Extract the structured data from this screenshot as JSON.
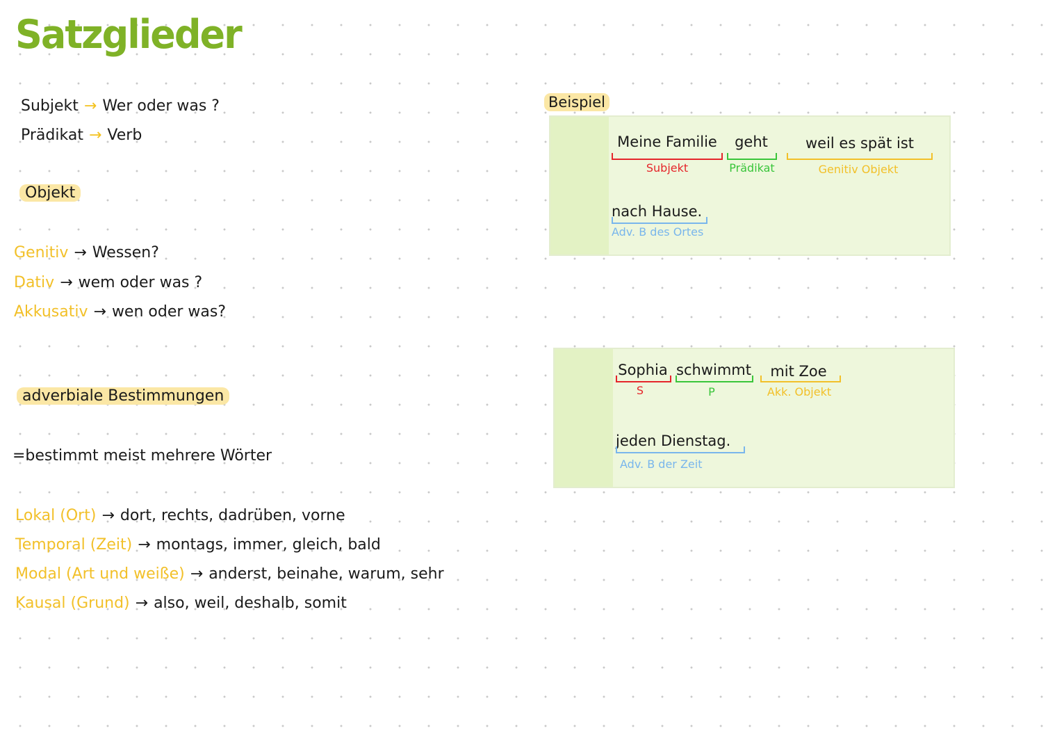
{
  "title": "Satzglieder",
  "basics": [
    {
      "term": "Subjekt",
      "answer": "Wer oder was ?"
    },
    {
      "term": "Prädikat",
      "answer": "Verb"
    }
  ],
  "objekt_heading": "Objekt",
  "objekt_rows": [
    {
      "case": "Genitiv",
      "question": "Wessen?"
    },
    {
      "case": "Dativ",
      "question": "wem oder was ?"
    },
    {
      "case": "Akkusativ",
      "question": "wen oder was?"
    }
  ],
  "adverbial_heading": "adverbiale Bestimmungen",
  "adverbial_definition": "=bestimmt meist mehrere Wörter",
  "adverbial_rows": [
    {
      "type": "Lokal (Ort)",
      "examples": "dort, rechts, dadrüben, vorne"
    },
    {
      "type": "Temporal (Zeit)",
      "examples": "montags, immer, gleich, bald"
    },
    {
      "type": "Modal (Art und weiße)",
      "examples": "anderst, beinahe, warum, sehr"
    },
    {
      "type": "Kausal (Grund)",
      "examples": "also, weil, deshalb, somit"
    }
  ],
  "arrow_glyph": "→",
  "example_tag": "Beispiel",
  "example1": {
    "parts": [
      {
        "text": "Meine Familie",
        "label": "Subjekt"
      },
      {
        "text": "geht",
        "label": "Prädikat"
      },
      {
        "text": "weil es spät ist",
        "label": "Genitiv Objekt"
      },
      {
        "text": "nach Hause.",
        "label": "Adv. B des Ortes"
      }
    ]
  },
  "example2": {
    "parts": [
      {
        "text": "Sophia",
        "label": "S"
      },
      {
        "text": "schwimmt",
        "label": "P"
      },
      {
        "text": "mit Zoe",
        "label": "Akk. Objekt"
      },
      {
        "text": "jeden Dienstag.",
        "label": "Adv. B der Zeit"
      }
    ]
  },
  "colors": {
    "title_green": "#7fb227",
    "highlight_yellow": "#fbe7a5",
    "label_yellow": "#f2c029",
    "subject_red": "#e5252a",
    "predicate_green": "#39c53a",
    "adverb_blue": "#79b6ec",
    "box_green": "#eef7dc"
  }
}
